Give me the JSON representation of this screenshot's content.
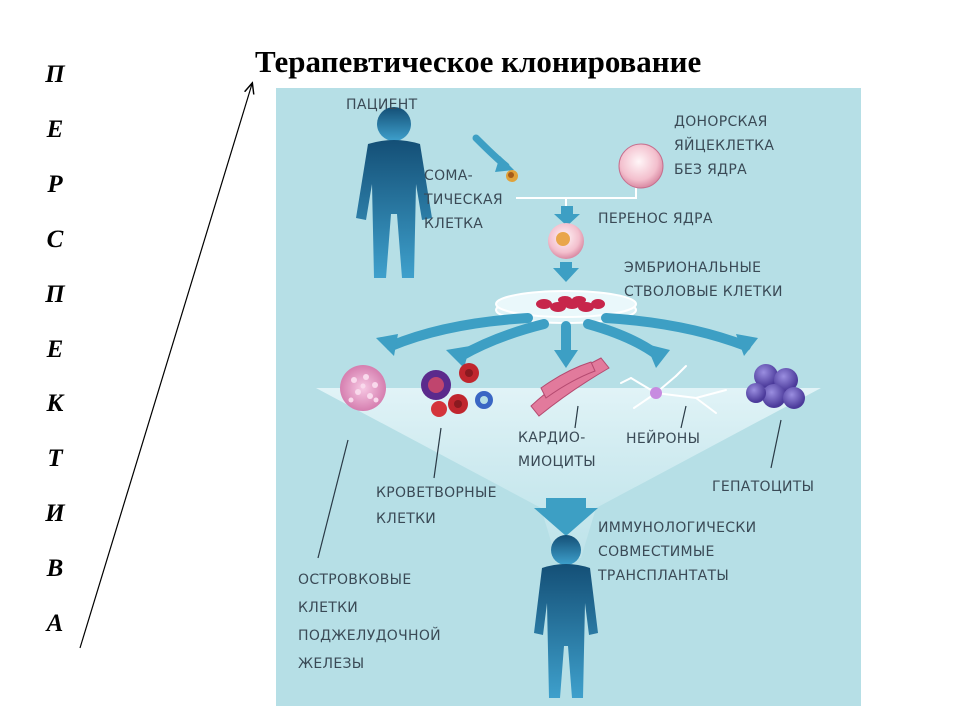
{
  "title": "Терапевтическое клонирование",
  "vertical_letters": [
    "П",
    "Е",
    "Р",
    "С",
    "П",
    "Е",
    "К",
    "Т",
    "И",
    "В",
    "А"
  ],
  "labels": {
    "patient": "ПАЦИЕНТ",
    "donor": [
      "ДОНОРСКАЯ",
      "ЯЙЦЕКЛЕТКА",
      "БЕЗ ЯДРА"
    ],
    "somatic": [
      "СОМА-",
      "ТИЧЕСКАЯ",
      "КЛЕТКА"
    ],
    "transfer": "ПЕРЕНОС ЯДРА",
    "embryonic": [
      "ЭМБРИОНАЛЬНЫЕ",
      "СТВОЛОВЫЕ КЛЕТКИ"
    ],
    "cardio": [
      "КАРДИО-",
      "МИОЦИТЫ"
    ],
    "neurons": "НЕЙРОНЫ",
    "hematopoietic": [
      "КРОВЕТВОРНЫЕ",
      "КЛЕТКИ"
    ],
    "hepatocytes": "ГЕПАТОЦИТЫ",
    "immuno": [
      "ИММУНОЛОГИЧЕСКИ",
      "СОВМЕСТИМЫЕ",
      "ТРАНСПЛАНТАТЫ"
    ],
    "islet": [
      "ОСТРОВКОВЫЕ",
      "КЛЕТКИ",
      "ПОДЖЕЛУДОЧНОЙ",
      "ЖЕЛЕЗЫ"
    ]
  },
  "colors": {
    "panel": "#b6dfe6",
    "figure": "#1f6d99",
    "arrow": "#3d9fc4",
    "text": "#3a4a56"
  }
}
